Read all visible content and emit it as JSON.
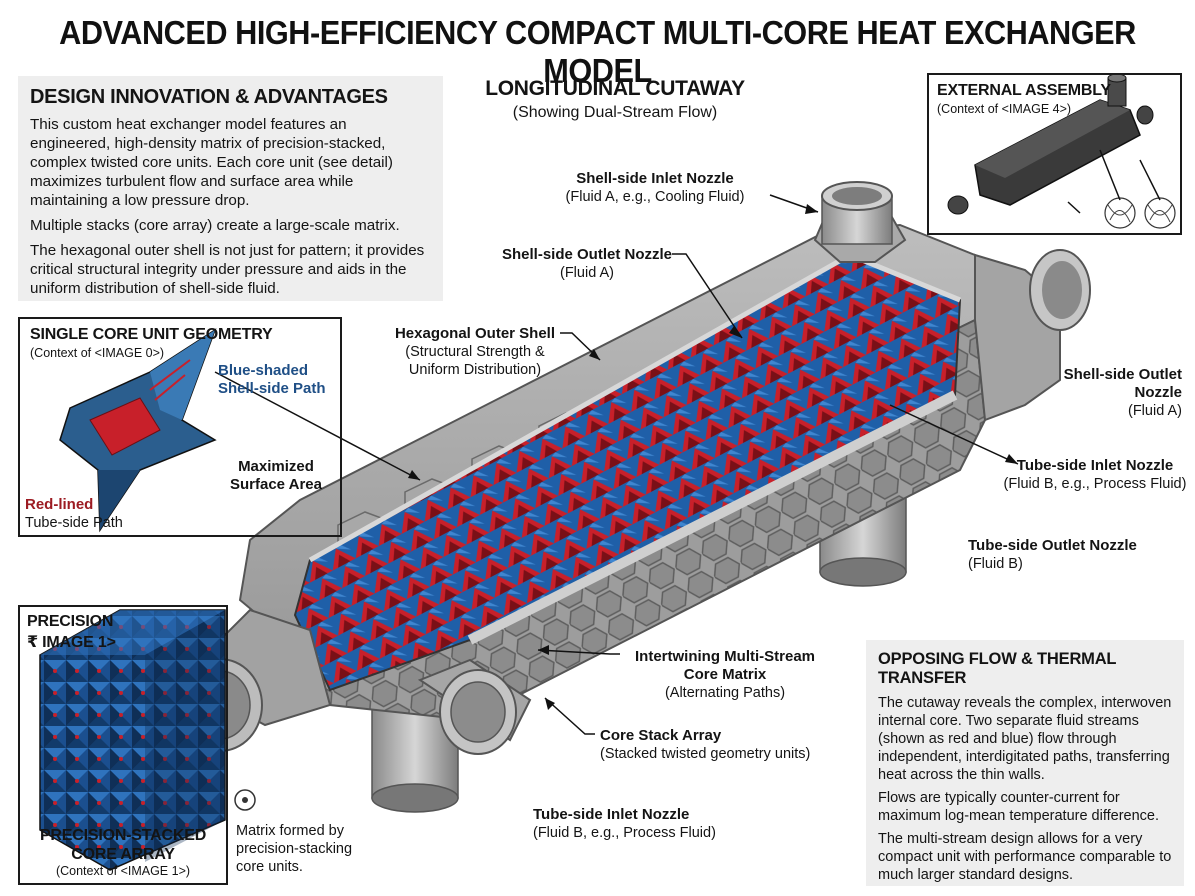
{
  "title": "ADVANCED HIGH-EFFICIENCY COMPACT MULTI-CORE HEAT EXCHANGER MODEL",
  "design": {
    "heading": "DESIGN INNOVATION & ADVANTAGES",
    "p1": "This custom heat exchanger model features an engineered, high-density matrix of precision-stacked, complex twisted core units. Each core unit (see detail) maximizes turbulent flow and surface area while maintaining a low pressure drop.",
    "p2": "Multiple stacks (core array) create a large-scale matrix.",
    "p3": "The hexagonal outer shell is not just for pattern; it provides critical structural integrity under pressure and aids in the uniform distribution of shell-side fluid."
  },
  "cutaway": {
    "heading": "LONGITUDINAL CUTAWAY",
    "sub": "(Showing Dual-Stream Flow)"
  },
  "external": {
    "heading": "EXTERNAL ASSEMBLY",
    "context": "(Context of <IMAGE 4>)"
  },
  "single_core": {
    "heading": "SINGLE CORE UNIT GEOMETRY",
    "context": "(Context of <IMAGE 0>)",
    "blue_label": "Blue-shaded Shell-side Path",
    "surface_label": "Maximized Surface Area",
    "red_label": "Red-lined",
    "red_sub": "Tube-side Path"
  },
  "precision": {
    "heading_top": "PRECISION",
    "image_ref": "₹ IMAGE 1>",
    "heading_bottom": "PRECISION-STACKED CORE ARRAY",
    "context": "(Context of <IMAGE 1>)",
    "matrix_note": "Matrix formed by precision-stacking core units."
  },
  "labels": {
    "shell_inlet": {
      "name": "Shell-side Inlet Nozzle",
      "desc": "(Fluid A, e.g., Cooling Fluid)"
    },
    "shell_outlet_left": {
      "name": "Shell-side Outlet Nozzle",
      "desc": "(Fluid A)"
    },
    "hex_shell": {
      "name": "Hexagonal Outer Shell",
      "desc": "(Structural Strength & Uniform Distribution)"
    },
    "shell_outlet_right": {
      "name": "Shell-side Outlet Nozzle",
      "desc": "(Fluid A)"
    },
    "tube_inlet_right": {
      "name": "Tube-side Inlet Nozzle",
      "desc": "(Fluid B, e.g., Process Fluid)"
    },
    "tube_outlet": {
      "name": "Tube-side Outlet Nozzle",
      "desc": "(Fluid B)"
    },
    "core_matrix": {
      "name": "Intertwining Multi-Stream Core Matrix",
      "desc": "(Alternating Paths)"
    },
    "core_stack": {
      "name": "Core Stack Array",
      "desc": "(Stacked twisted geometry units)"
    },
    "tube_inlet_bottom": {
      "name": "Tube-side Inlet Nozzle",
      "desc": "(Fluid B, e.g., Process Fluid)"
    }
  },
  "opposing": {
    "heading": "OPPOSING FLOW & THERMAL TRANSFER",
    "p1": "The cutaway reveals the complex, interwoven internal core. Two separate fluid streams (shown as red and blue) flow through independent, interdigitated paths, transferring heat across the thin walls.",
    "p2": "Flows are typically counter-current for maximum log-mean temperature difference.",
    "p3": "The multi-stream design allows for a very compact unit with performance comparable to much larger standard designs."
  },
  "colors": {
    "red": "#c8202a",
    "blue": "#1f5fa8",
    "shell": "#9a9a9a",
    "shell_dark": "#6d6d6d",
    "panel": "#eeeeee"
  }
}
